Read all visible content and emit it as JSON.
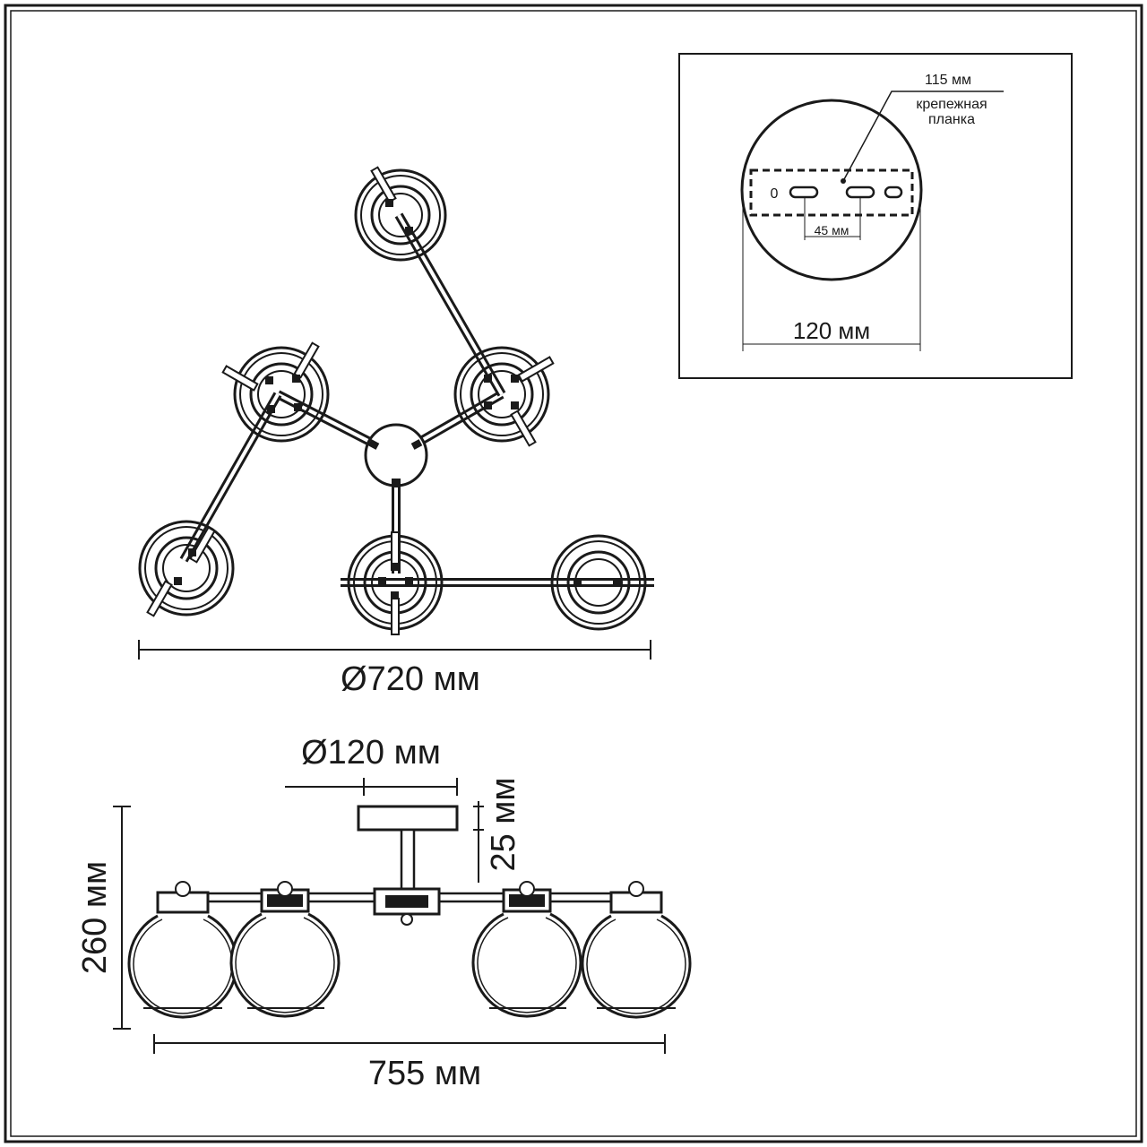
{
  "top_view": {
    "diameter_label": "Ø720 мм"
  },
  "side_view": {
    "canopy_diameter_label": "Ø120 мм",
    "canopy_height_label": "25 мм",
    "height_label": "260 мм",
    "width_label": "755 мм"
  },
  "inset": {
    "bracket_length_label": "115 мм",
    "bracket_name_line1": "крепежная",
    "bracket_name_line2": "планка",
    "hole_spacing_label": "45 мм",
    "canopy_diameter_label": "120 мм",
    "hole_marker": "0"
  },
  "colors": {
    "line": "#1a1a1a",
    "background": "#ffffff"
  }
}
